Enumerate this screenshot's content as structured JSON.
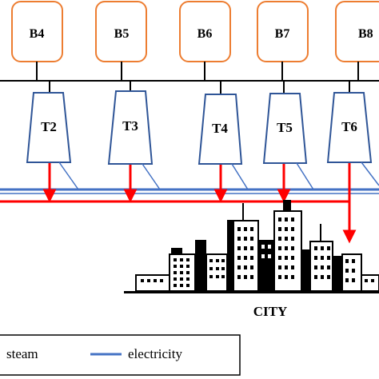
{
  "boilers": [
    {
      "label": "B4"
    },
    {
      "label": "B5"
    },
    {
      "label": "B6"
    },
    {
      "label": "B7"
    },
    {
      "label": "B8"
    }
  ],
  "turbines": [
    {
      "label": "T2"
    },
    {
      "label": "T3"
    },
    {
      "label": "T4"
    },
    {
      "label": "T5"
    },
    {
      "label": "T6"
    }
  ],
  "city": {
    "label": "CITY"
  },
  "legend": {
    "steam_label": "steam",
    "electricity_label": "electricity"
  },
  "colors": {
    "boiler_stroke": "#ED7D31",
    "turbine_stroke": "#2F5597",
    "steam": "#FF0000",
    "electricity": "#4472C4",
    "header": "#000000"
  }
}
